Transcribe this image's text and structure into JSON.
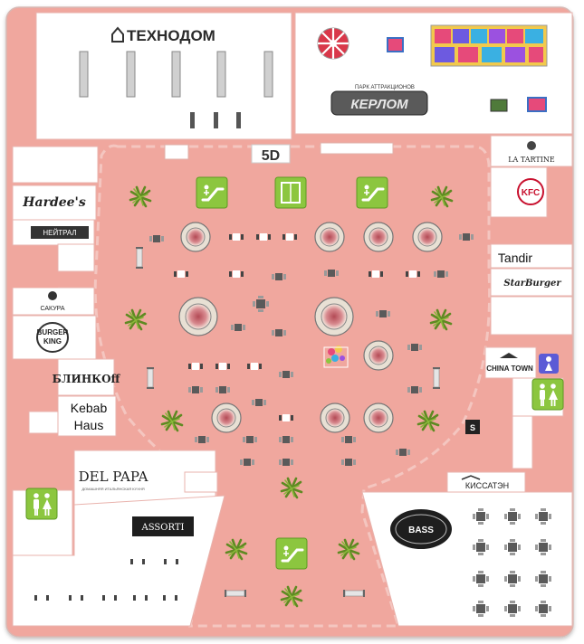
{
  "map": {
    "colors": {
      "floor": "#f0a79e",
      "floor_dark": "#e58f86",
      "shop": "#ffffff",
      "outline": "#e9b3ad",
      "accent_green": "#8cc63f",
      "accent_blue": "#5b5bd6",
      "kfc_red": "#c8102e",
      "plant": "#6a8f2a",
      "dark_logo": "#222222"
    },
    "stores": {
      "tekhnodom": "ТЕХНОДОМ",
      "park_small": "ПАРК АТТРАКЦИОНОВ",
      "park_logo": "КЕРЛОМ",
      "five_d": "5D",
      "hardees": "Hardee's",
      "neutral_label": "НЕЙТРАЛ",
      "sakura": "САКУРА",
      "burger_king_1": "BURGER",
      "burger_king_2": "KING",
      "blinkoff": "БЛИНКОff",
      "kebab_1": "Kebab",
      "kebab_2": "Haus",
      "delpapa": "DEL PAPA",
      "delpapa_sub": "ДОМАШНЯЯ ИТАЛЬЯНСКАЯ КУХНЯ",
      "assorti": "ASSORTI",
      "la_tartine": "LA TARTINE",
      "kfc": "KFC",
      "tandir": "Tandir",
      "star_burger": "StarBurger",
      "china_town": "CHINA TOWN",
      "kissaten": "КИССАТЭН",
      "s_badge": "S",
      "dark_shop": "BASS"
    },
    "icons": {
      "escalator": "escalator-icon",
      "elevator": "elevator-icon",
      "restroom": "restroom-icon",
      "family_room": "family-room-icon",
      "plant": "plant-icon",
      "table": "table-icon"
    }
  }
}
